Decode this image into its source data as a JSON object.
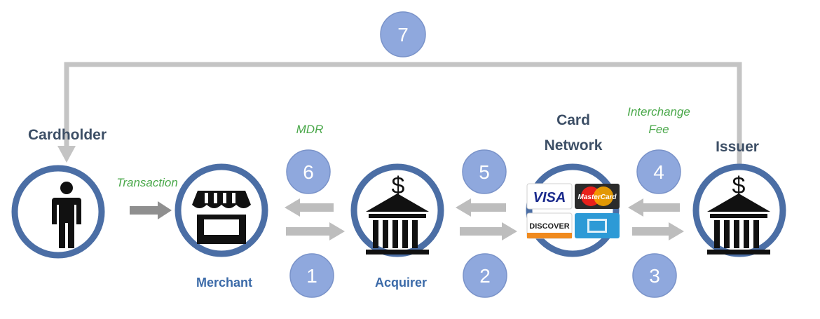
{
  "actors": {
    "cardholder": "Cardholder",
    "merchant": "Merchant",
    "acquirer": "Acquirer",
    "card_network_line1": "Card",
    "card_network_line2": "Network",
    "issuer": "Issuer"
  },
  "flows": {
    "transaction": "Transaction",
    "mdr": "MDR",
    "interchange_line1": "Interchange",
    "interchange_line2": "Fee"
  },
  "steps": {
    "s1": "1",
    "s2": "2",
    "s3": "3",
    "s4": "4",
    "s5": "5",
    "s6": "6",
    "s7": "7"
  },
  "card_logos": {
    "visa": "VISA",
    "mastercard": "MasterCard",
    "discover": "DISCOVER"
  },
  "icons": {
    "person": "person-icon",
    "storefront": "storefront-icon",
    "bank": "bank-icon",
    "dollar": "$"
  },
  "colors": {
    "ring": "#4b6ea5",
    "badge": "#8fa8dd",
    "arrow": "#bdbdbd",
    "green_label": "#4aa84a",
    "blue_label": "#3b6aa8",
    "dark_label": "#3d4f66"
  }
}
